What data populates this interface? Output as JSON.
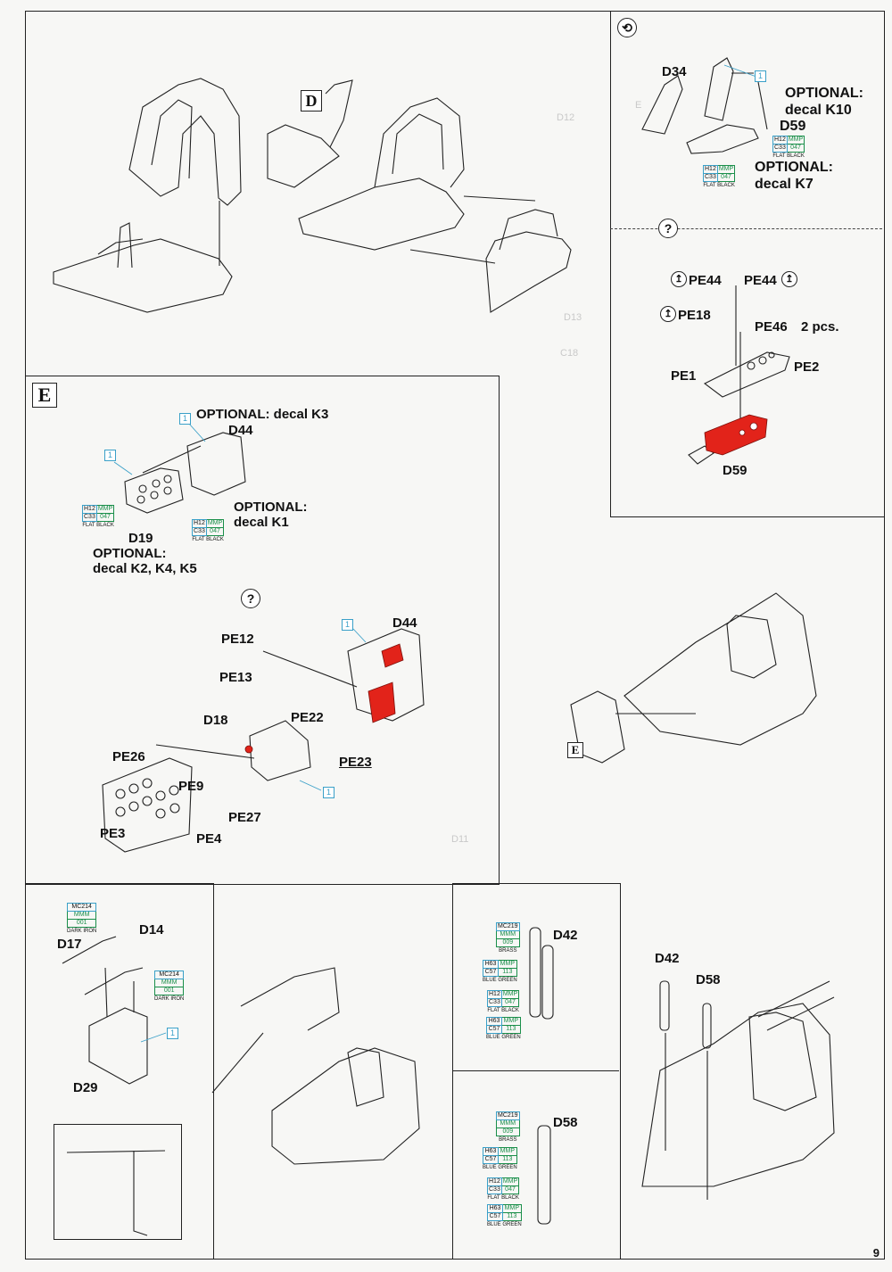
{
  "page": {
    "number": "9"
  },
  "steps": {
    "d": "D",
    "e": "E",
    "e_ref": "E"
  },
  "symbols": {
    "reverse": "⟲",
    "question": "?",
    "fold": "↥"
  },
  "ghost_text": {
    "g1": "D12",
    "g2": "E",
    "g3": "D13",
    "g4": "C18",
    "g5": "D11"
  },
  "panel_top_right": {
    "d34": "D34",
    "optional_k10": "OPTIONAL:\ndecal K10",
    "d59": "D59",
    "optional_k7": "OPTIONAL:\ndecal K7",
    "ref1": "1",
    "color_a": {
      "h": "H12",
      "m": "MMP",
      "c": "C33",
      "n": "047",
      "caption": "FLAT BLACK"
    },
    "color_b": {
      "h": "H12",
      "m": "MMP",
      "c": "C33",
      "n": "047",
      "caption": "FLAT BLACK"
    }
  },
  "panel_pe": {
    "pe44_left": "PE44",
    "pe44_right": "PE44",
    "pe18": "PE18",
    "pe46": "PE46",
    "pcs": "2 pcs.",
    "pe1": "PE1",
    "pe2": "PE2",
    "d59": "D59"
  },
  "panel_e": {
    "optional_k3": "OPTIONAL: decal K3",
    "d44": "D44",
    "optional_k1": "OPTIONAL:\ndecal K1",
    "d19": "D19",
    "optional_k2": "OPTIONAL:\ndecal K2, K4, K5",
    "ref1a": "1",
    "ref1b": "1",
    "color_a": {
      "h": "H12",
      "m": "MMP",
      "c": "C33",
      "n": "047",
      "caption": "FLAT BLACK"
    },
    "color_b": {
      "h": "H12",
      "m": "MMP",
      "c": "C33",
      "n": "047",
      "caption": "FLAT BLACK"
    },
    "pe_group": {
      "pe12": "PE12",
      "pe13": "PE13",
      "d44": "D44",
      "d18": "D18",
      "pe22": "PE22",
      "pe23": "PE23",
      "pe26": "PE26",
      "pe9": "PE9",
      "pe27": "PE27",
      "pe3": "PE3",
      "pe4": "PE4",
      "ref1a": "1",
      "ref1b": "1"
    }
  },
  "panel_guns": {
    "d17": "D17",
    "d14": "D14",
    "d29": "D29",
    "ref1": "1",
    "color_a": {
      "a": "MC214",
      "b": "MMM",
      "c": "001",
      "caption": "DARK IRON"
    },
    "color_b": {
      "a": "MC214",
      "b": "MMM",
      "c": "001",
      "caption": "DARK IRON"
    }
  },
  "panel_d42": {
    "d42": "D42",
    "brass": {
      "a": "MC219",
      "b": "MMM",
      "c": "009",
      "caption": "BRASS"
    },
    "bluegreen1": {
      "h": "H63",
      "m": "MMP",
      "c": "C57",
      "n": "113",
      "caption": "BLUE GREEN"
    },
    "black": {
      "h": "H12",
      "m": "MMP",
      "c": "C33",
      "n": "047",
      "caption": "FLAT BLACK"
    },
    "bluegreen2": {
      "h": "H63",
      "m": "MMP",
      "c": "C57",
      "n": "113",
      "caption": "BLUE GREEN"
    }
  },
  "panel_d58": {
    "d58": "D58",
    "brass": {
      "a": "MC219",
      "b": "MMM",
      "c": "009",
      "caption": "BRASS"
    },
    "bluegreen1": {
      "h": "H63",
      "m": "MMP",
      "c": "C57",
      "n": "113",
      "caption": "BLUE GREEN"
    },
    "black": {
      "h": "H12",
      "m": "MMP",
      "c": "C33",
      "n": "047",
      "caption": "FLAT BLACK"
    },
    "bluegreen2": {
      "h": "H63",
      "m": "MMP",
      "c": "C57",
      "n": "113",
      "caption": "BLUE GREEN"
    }
  },
  "panel_final": {
    "d42": "D42",
    "d58": "D58"
  },
  "colors": {
    "highlight": "#e2231a",
    "paint_blue": "#3aa0c8",
    "paint_green": "#1a8f4a",
    "line": "#222222"
  }
}
